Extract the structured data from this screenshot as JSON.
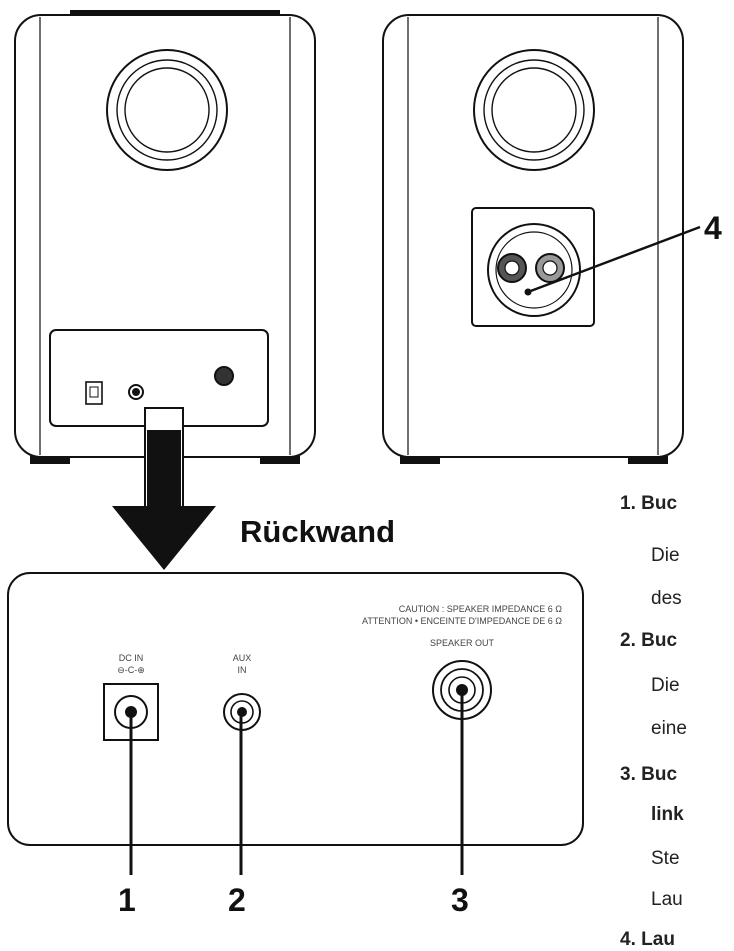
{
  "heading": "Rückwand",
  "callouts": {
    "n1": "1",
    "n2": "2",
    "n3": "3",
    "n4": "4"
  },
  "panel_text": {
    "caution": "CAUTION : SPEAKER IMPEDANCE 6 Ω",
    "attention": "ATTENTION • ENCEINTE D'IMPEDANCE DE 6 Ω",
    "speaker_out": "SPEAKER OUT",
    "dc_in": "DC IN",
    "dc_symbol": "⊖-C-⊕",
    "aux": "AUX",
    "aux_in": "IN"
  },
  "descriptions": [
    {
      "num": "1.",
      "title": "Buc",
      "lines": [
        "Die",
        "des"
      ]
    },
    {
      "num": "2.",
      "title": "Buc",
      "lines": [
        "Die",
        "eine"
      ]
    },
    {
      "num": "3.",
      "title": "Buc",
      "title2": "link",
      "lines": [
        "Ste",
        "Lau"
      ]
    },
    {
      "num": "4.",
      "title": "Lau",
      "lines": []
    }
  ]
}
